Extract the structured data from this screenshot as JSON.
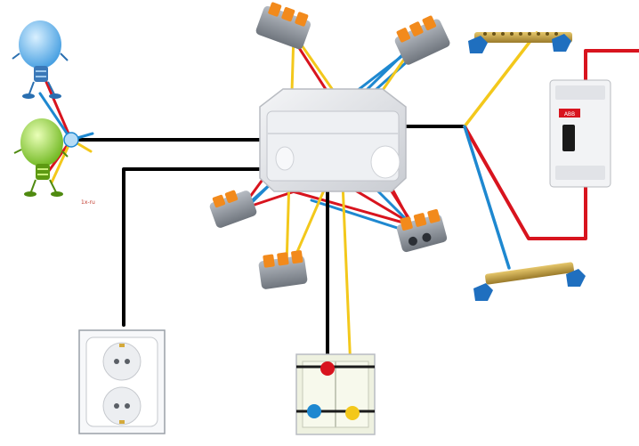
{
  "diagram": {
    "type": "wiring-diagram",
    "lamp_tag": "1x-ru",
    "breaker_label": "ABB",
    "wire_colors": {
      "phase": "#d8141e",
      "neutral": "#1e88d0",
      "ground": "#f3c81b",
      "cable": "#000000"
    },
    "components": [
      {
        "id": "lamp-blue",
        "icon": "light-bulb-icon",
        "color": "#6fb9f0"
      },
      {
        "id": "lamp-green",
        "icon": "light-bulb-icon",
        "color": "#9ed62a"
      },
      {
        "id": "junction-box",
        "icon": "junction-box-icon"
      },
      {
        "id": "wago-connector",
        "icon": "wago-connector-icon",
        "count": 5
      },
      {
        "id": "bus-bar",
        "icon": "bus-bar-icon",
        "count": 2
      },
      {
        "id": "circuit-breaker",
        "icon": "circuit-breaker-icon"
      },
      {
        "id": "double-socket",
        "icon": "socket-icon"
      },
      {
        "id": "double-switch",
        "icon": "switch-icon"
      }
    ]
  }
}
